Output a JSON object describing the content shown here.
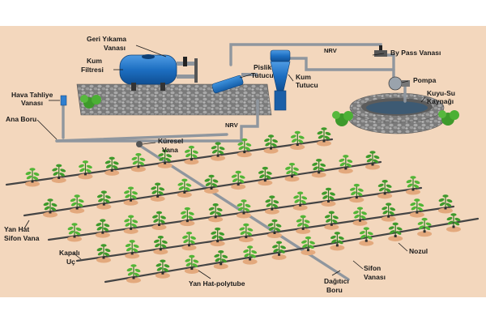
{
  "labels": {
    "geri_yikama_1": "Geri Yıkama",
    "geri_yikama_2": "Vanası",
    "kum_filtresi_1": "Kum",
    "kum_filtresi_2": "Filtresi",
    "hava_tahliye_1": "Hava Tahliye",
    "hava_tahliye_2": "Vanası",
    "pislik_tutucu_1": "Pislik",
    "pislik_tutucu_2": "Tutucu",
    "kum_tutucu_1": "Kum",
    "kum_tutucu_2": "Tutucu",
    "nrv_top": "NRV",
    "nrv_mid": "NRV",
    "by_pass": "By Pass Vanası",
    "pompa": "Pompa",
    "kuyu_su_1": "Kuyu-Su",
    "kuyu_su_2": "Kaynağı",
    "ana_boru": "Ana Boru",
    "kuresel_1": "Küresel",
    "kuresel_2": "Vana",
    "yan_hat_sifon_1": "Yan Hat",
    "yan_hat_sifon_2": "Sifon Vana",
    "kapali_uc_1": "Kapalı",
    "kapali_uc_2": "Uç",
    "yan_hat_polytube": "Yan Hat-polytube",
    "dagitici_1": "Dağıtıcı",
    "dagitici_2": "Boru",
    "sifon_vanasi_1": "Sifon",
    "sifon_vanasi_2": "Vanası",
    "nozul": "Nozul"
  },
  "colors": {
    "background": "#ffffff",
    "ground": "#f3d7bd",
    "soil_mound": "#e3a97d",
    "pipe_gray": "#8f969e",
    "tank_blue": "#1d6fc2",
    "plant_green": "#3e9a2b",
    "gravel": "#6f6f6f",
    "label": "#1a1a1a"
  }
}
